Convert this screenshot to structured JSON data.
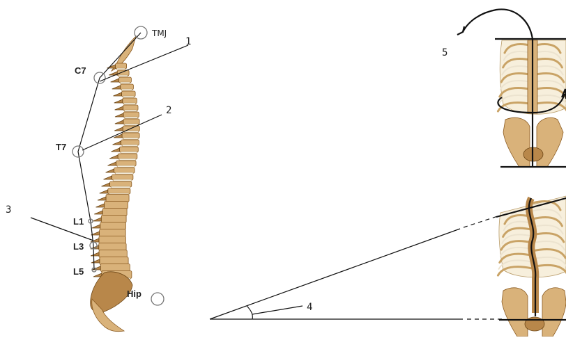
{
  "spine_labels": {
    "tmj": "TMJ",
    "c7": "C7",
    "t7": "T7",
    "l1": "L1",
    "l3": "L3",
    "l5": "L5",
    "hip": "Hip"
  },
  "callouts": {
    "n1": "1",
    "n2": "2",
    "n3": "3",
    "n4": "4",
    "n5": "5"
  },
  "colors": {
    "bone": "#d9b27a",
    "bone_shadow": "#b8874a",
    "line": "#111111",
    "marker_circle": "#777777"
  },
  "icons": [
    "rotation-arrow-icon",
    "angle-arc-icon"
  ]
}
